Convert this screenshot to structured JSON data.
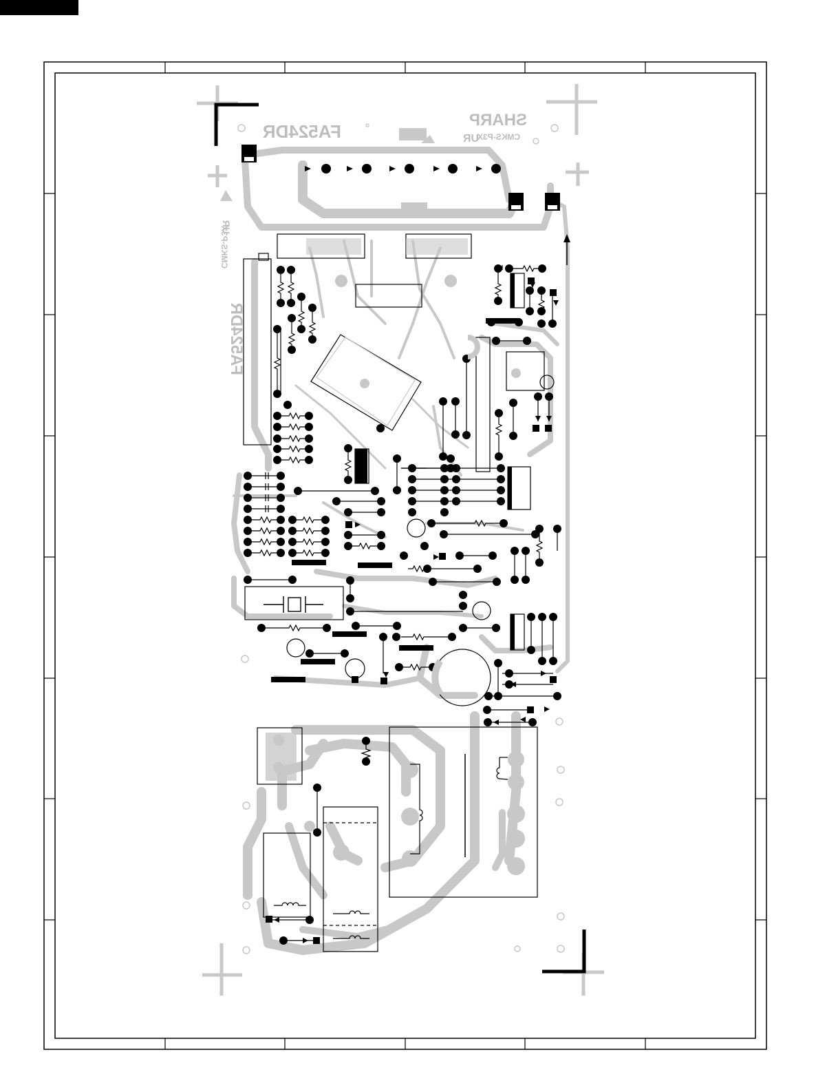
{
  "brand": "SHARP",
  "board_code_top": "FA524DR",
  "board_code_side": "FA524DR",
  "board_model_top": "CMKS-P3X",
  "board_model_side": "CMKS-P3X",
  "cert_mark": "UR",
  "colors": {
    "copper": "#c8c8c8",
    "pad": "#000000",
    "frame": "#000000",
    "background": "#ffffff"
  }
}
